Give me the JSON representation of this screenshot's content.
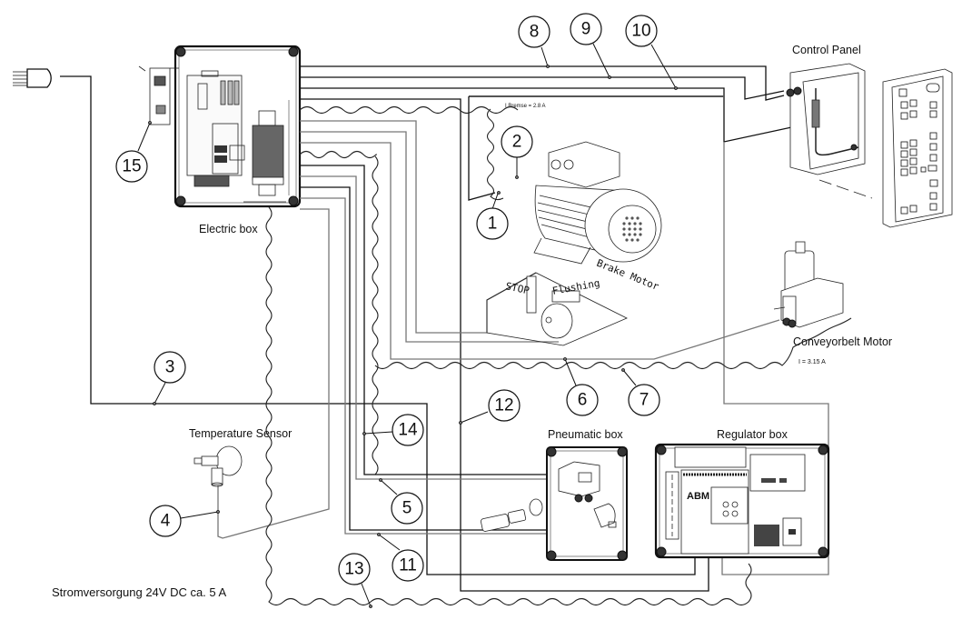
{
  "diagram": {
    "type": "wiring-diagram",
    "components": {
      "electric_box": {
        "label": "Electric box"
      },
      "control_panel": {
        "label": "Control Panel"
      },
      "brake_motor": {
        "label": "Brake Motor",
        "current_note": "I Bremse = 2.8 A"
      },
      "stop_switch": {
        "label": "STOP"
      },
      "flushing": {
        "label": "Flushing"
      },
      "conveyor_motor": {
        "label": "Conveyorbelt Motor",
        "current_note": "I = 3.15 A"
      },
      "temperature_sensor": {
        "label": "Temperature Sensor"
      },
      "pneumatic_box": {
        "label": "Pneumatic box"
      },
      "regulator_box": {
        "label": "Regulator box",
        "module_label": "ABM"
      },
      "power_supply": {
        "label": "Stromversorgung 24V DC ca. 5 A"
      }
    },
    "callouts": [
      "1",
      "2",
      "3",
      "4",
      "5",
      "6",
      "7",
      "8",
      "9",
      "10",
      "11",
      "12",
      "13",
      "14",
      "15"
    ]
  }
}
